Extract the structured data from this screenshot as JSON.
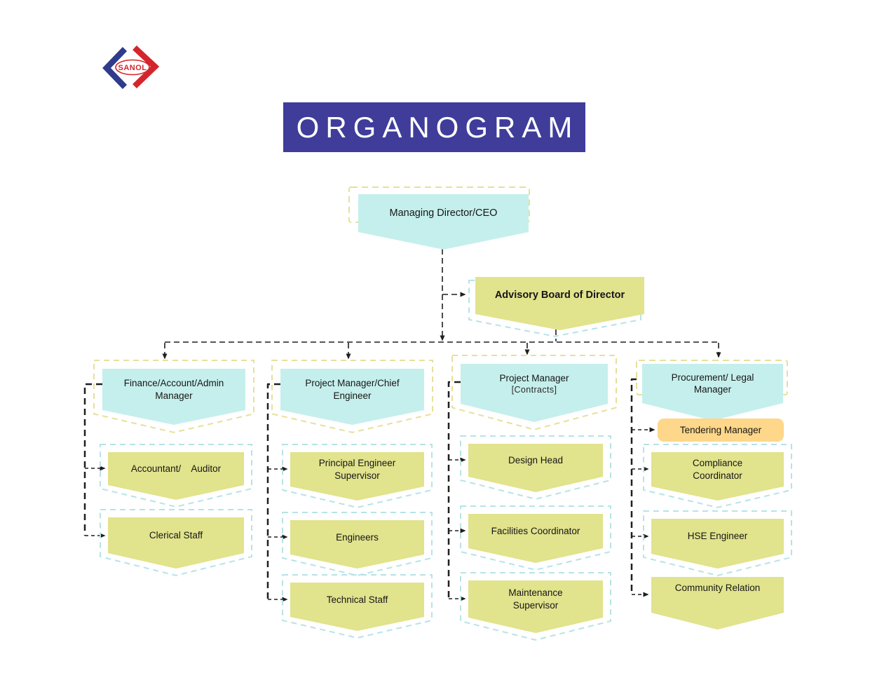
{
  "logo": {
    "text": "SANOL"
  },
  "title": {
    "text": "ORGANOGRAM"
  },
  "nodes": {
    "root": {
      "label": "Managing Director/CEO"
    },
    "advisory": {
      "label": "Advisory Board of Director"
    }
  },
  "columns": [
    {
      "head": {
        "label": "Finance/Account/Admin\nManager"
      },
      "children": [
        {
          "label": "Accountant/    Auditor"
        },
        {
          "label": "Clerical Staff"
        }
      ]
    },
    {
      "head": {
        "label": "Project Manager/Chief\nEngineer"
      },
      "children": [
        {
          "label": "Principal Engineer\nSupervisor"
        },
        {
          "label": "Engineers"
        },
        {
          "label": "Technical Staff"
        }
      ]
    },
    {
      "head": {
        "label": "Project Manager",
        "sublabel": "[Contracts]"
      },
      "children": [
        {
          "label": "Design Head"
        },
        {
          "label": "Facilities Coordinator"
        },
        {
          "label": "Maintenance\nSupervisor"
        }
      ]
    },
    {
      "head": {
        "label": "Procurement/ Legal\nManager"
      },
      "children": [
        {
          "label": "Tendering Manager"
        },
        {
          "label": "Compliance\nCoordinator"
        },
        {
          "label": "HSE Engineer"
        },
        {
          "label": "Community Relation"
        }
      ]
    }
  ],
  "colors": {
    "banner": "#3f3d99",
    "cyan_box": "#c5efec",
    "khaki_box": "#e1e38d",
    "orange_box": "#fed78a",
    "yellow_dash": "#e7e09a",
    "cyan_dash": "#b7e3e7",
    "line": "#1f1f1f",
    "logo_blue": "#2f3b8b",
    "logo_red": "#d5252c"
  }
}
